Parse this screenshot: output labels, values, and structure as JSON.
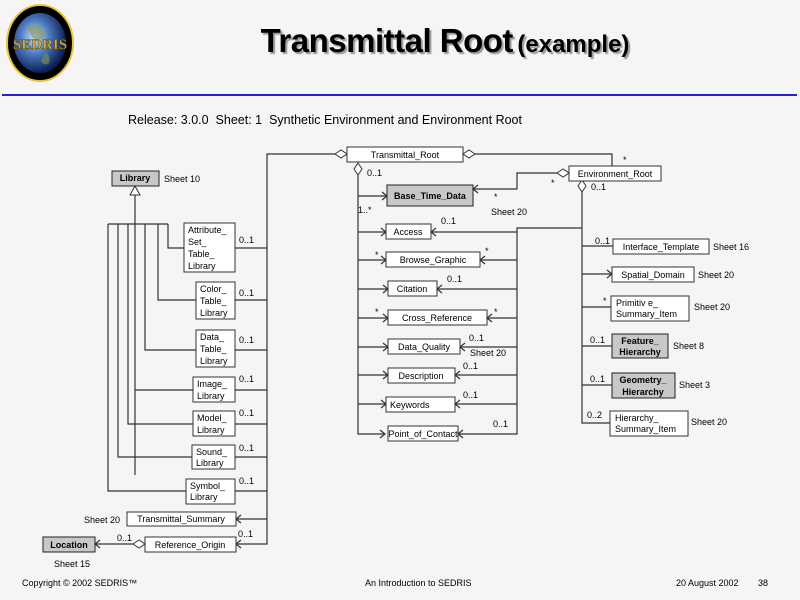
{
  "header": {
    "logo_text": "SEDRIS",
    "title_main": "Transmittal Root",
    "title_sub": "(example)"
  },
  "subtitle": "Release: 3.0.0  Sheet: 1  Synthetic Environment and Environment Root",
  "diagram": {
    "classes": {
      "transmittal_root": "Transmittal_Root",
      "environment_root": "Environment_Root",
      "library": "Library",
      "base_time_data": "Base_Time_Data",
      "access": "Access",
      "browse_graphic": "Browse_Graphic",
      "citation": "Citation",
      "cross_reference": "Cross_Reference",
      "data_quality": "Data_Quality",
      "description": "Description",
      "keywords": "Keywords",
      "point_of_contact": "Point_of_Contact",
      "attribute_set_table_library": [
        "Attribute_",
        "Set_",
        "Table_",
        "Library"
      ],
      "color_table_library": [
        "Color_",
        "Table_",
        "Library"
      ],
      "data_table_library": [
        "Data_",
        "Table_",
        "Library"
      ],
      "image_library": [
        "Image_",
        "Library"
      ],
      "model_library": [
        "Model_",
        "Library"
      ],
      "sound_library": [
        "Sound_",
        "Library"
      ],
      "symbol_library": [
        "Symbol_",
        "Library"
      ],
      "transmittal_summary": "Transmittal_Summary",
      "reference_origin": "Reference_Origin",
      "location": "Location",
      "interface_template": "Interface_Template",
      "spatial_domain": "Spatial_Domain",
      "primitive_summary_item": [
        "Primitiv e_",
        "Summary_Item"
      ],
      "feature_hierarchy": [
        "Feature_",
        "Hierarchy"
      ],
      "geometry_hierarchy": [
        "Geometry_",
        "Hierarchy"
      ],
      "hierarchy_summary_item": [
        "Hierarchy_",
        "Summary_Item"
      ]
    },
    "sheet_refs": {
      "library": "Sheet 10",
      "base_time_data": "Sheet 20",
      "data_quality": "Sheet 20",
      "transmittal_summary": "Sheet 20",
      "location": "Sheet 15",
      "interface_template": "Sheet 16",
      "spatial_domain": "Sheet 20",
      "primitive_summary_item": "Sheet 20",
      "feature_hierarchy": "Sheet 8",
      "geometry_hierarchy": "Sheet 3",
      "hierarchy_summary_item": "Sheet 20"
    },
    "multiplicities": {
      "tr_root_opt": "0..1",
      "tr_env_star": "*",
      "env_btd_star_a": "*",
      "env_btd_star_b": "*",
      "btd_many": "1..*",
      "access": "0..1",
      "browse_left": "*",
      "browse_right": "*",
      "citation": "0..1",
      "cross_left": "*",
      "cross_right": "*",
      "data_quality": "0..1",
      "description": "0..1",
      "keywords": "0..1",
      "point_of_contact": "0..1",
      "attribute_lib": "0..1",
      "color_lib": "0..1",
      "data_lib": "0..1",
      "image_lib": "0..1",
      "model_lib": "0..1",
      "sound_lib": "0..1",
      "symbol_lib": "0..1",
      "reference_origin": "0..1",
      "location": "0..1",
      "env_opt": "0..1",
      "interface_template": "0..1",
      "primitive": "*",
      "feature": "0..1",
      "geometry": "0..1",
      "hierarchy_summary": "0..2"
    }
  },
  "footer": {
    "copyright": "Copyright © 2002 SEDRIS™",
    "center": "An Introduction to SEDRIS",
    "date": "20 August 2002",
    "page": "38"
  }
}
